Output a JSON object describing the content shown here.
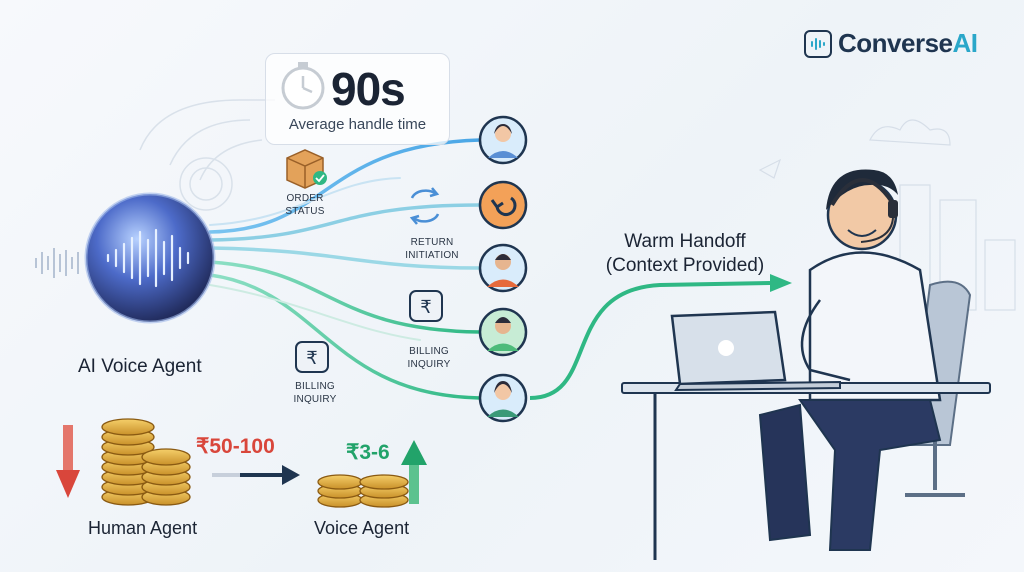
{
  "brand": {
    "name_main": "Converse",
    "name_accent": "AI",
    "icon": "chat-waveform-icon"
  },
  "stat": {
    "value": "90s",
    "caption": "Average handle time",
    "icon": "stopwatch-icon"
  },
  "agent_label": "AI Voice Agent",
  "intents": [
    {
      "label_line1": "ORDER",
      "label_line2": "STATUS",
      "icon": "package-icon"
    },
    {
      "label_line1": "RETURN",
      "label_line2": "INITIATION",
      "icon": "refresh-icon"
    },
    {
      "label_line1": "BILLING",
      "label_line2": "INQUIRY",
      "icon": "rupee-icon"
    },
    {
      "label_line1": "BILLING",
      "label_line2": "INQUIRY",
      "icon": "rupee-icon"
    }
  ],
  "handoff": {
    "line1": "Warm Handoff",
    "line2": "(Context Provided)"
  },
  "cost": {
    "human_price": "₹50-100",
    "human_label": "Human Agent",
    "voice_price": "₹3-6",
    "voice_label": "Voice Agent"
  },
  "colors": {
    "accent": "#2aa7c9",
    "red": "#d9463b",
    "green": "#22a36a",
    "navy": "#1f3550"
  }
}
